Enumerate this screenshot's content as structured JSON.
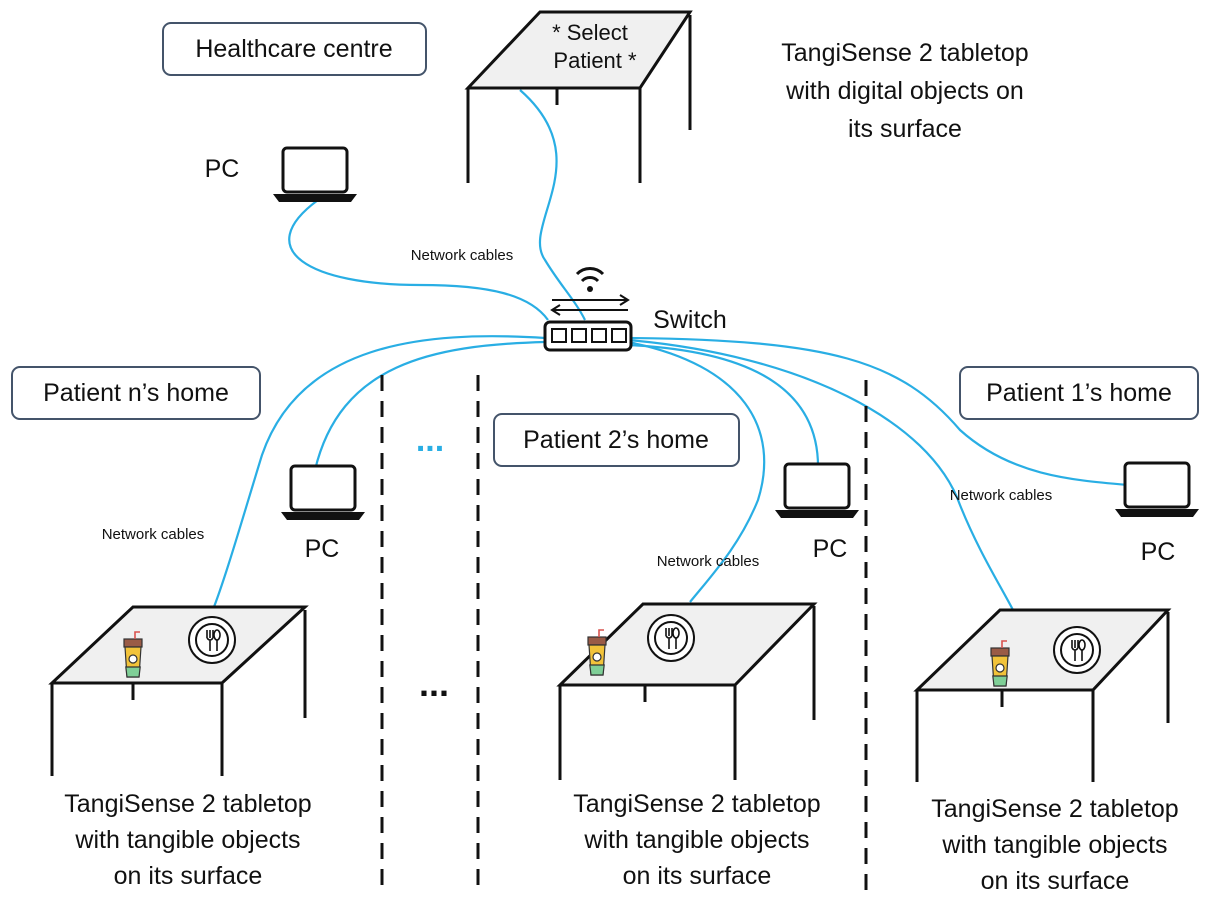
{
  "regions": {
    "healthcare": "Healthcare centre",
    "patient_n": "Patient n’s home",
    "patient_2": "Patient 2’s home",
    "patient_1": "Patient 1’s home"
  },
  "top_table": {
    "screen_line1": "* Select",
    "screen_line2": "Patient *",
    "desc_line1": "TangiSense 2 tabletop",
    "desc_line2": "with digital objects on",
    "desc_line3": "its surface"
  },
  "pc_label": "PC",
  "switch_label": "Switch",
  "network_cables": "Network cables",
  "ellipsis": "...",
  "ellipsis_blue": "...",
  "patient_caption": {
    "line1": "TangiSense 2 tabletop",
    "line2": "with tangible objects",
    "line3": "on its surface"
  },
  "icons": [
    "laptop-icon",
    "wifi-icon",
    "network-switch-icon",
    "drink-cup-icon",
    "plate-cutlery-icon"
  ],
  "colors": {
    "cable": "#29aee4",
    "box_border": "#44546a",
    "table_surface": "#f0f0f0"
  }
}
